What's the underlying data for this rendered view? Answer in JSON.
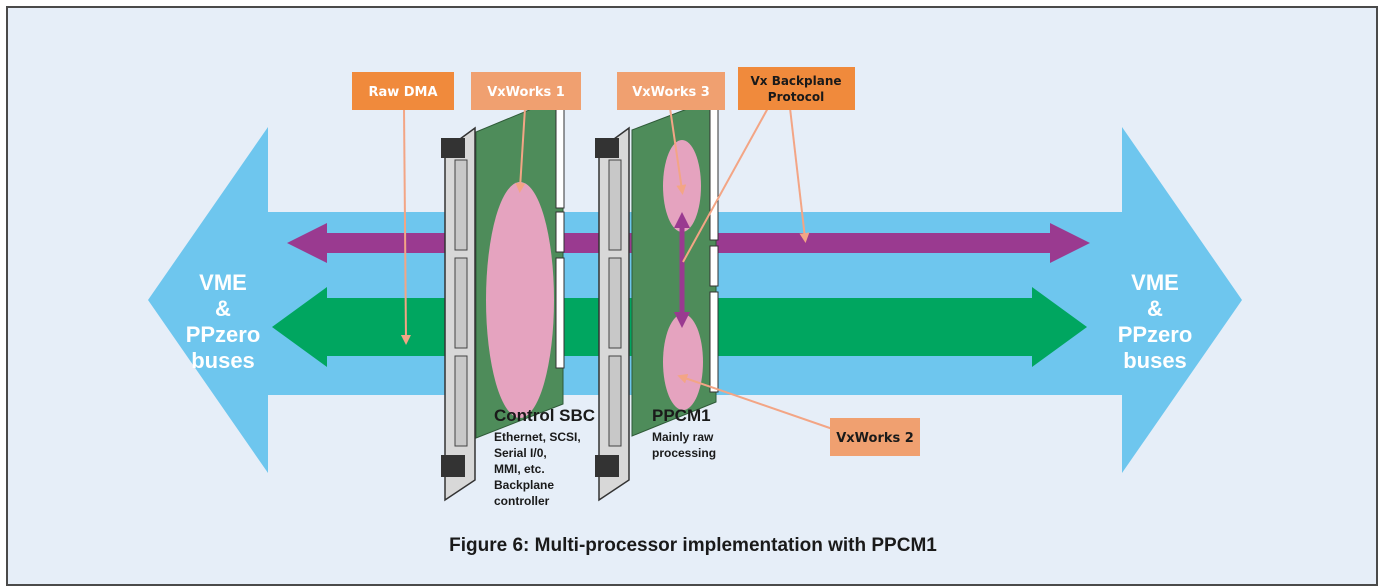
{
  "bus_label_left": {
    "line1": "VME",
    "line2": "&",
    "line3": "PPzero",
    "line4": "buses"
  },
  "bus_label_right": {
    "line1": "VME",
    "line2": "&",
    "line3": "PPzero",
    "line4": "buses"
  },
  "labels": {
    "raw_dma": "Raw DMA",
    "vxworks1": "VxWorks 1",
    "vxworks3": "VxWorks 3",
    "vx_backplane_line1": "Vx Backplane",
    "vx_backplane_line2": "Protocol",
    "vxworks2": "VxWorks 2"
  },
  "boards": {
    "control_title": "Control SBC",
    "control_desc": [
      "Ethernet, SCSI,",
      "Serial I/0,",
      "MMI, etc.",
      "Backplane",
      "controller"
    ],
    "ppcm_title": "PPCM1",
    "ppcm_desc": [
      "Mainly raw",
      "processing"
    ]
  },
  "caption": "Figure 6: Multi-processor implementation with PPCM1",
  "colors": {
    "background": "#e6eef8",
    "bus_light_blue": "#6ec6ee",
    "purple_bus": "#9a3a90",
    "green_bus": "#00a660",
    "board_green": "#4e8c5a",
    "processor_pink": "#e5a3bf",
    "label_orange": "#f08a3c",
    "label_salmon": "#f0a070",
    "connector_line": "#f3a585"
  }
}
